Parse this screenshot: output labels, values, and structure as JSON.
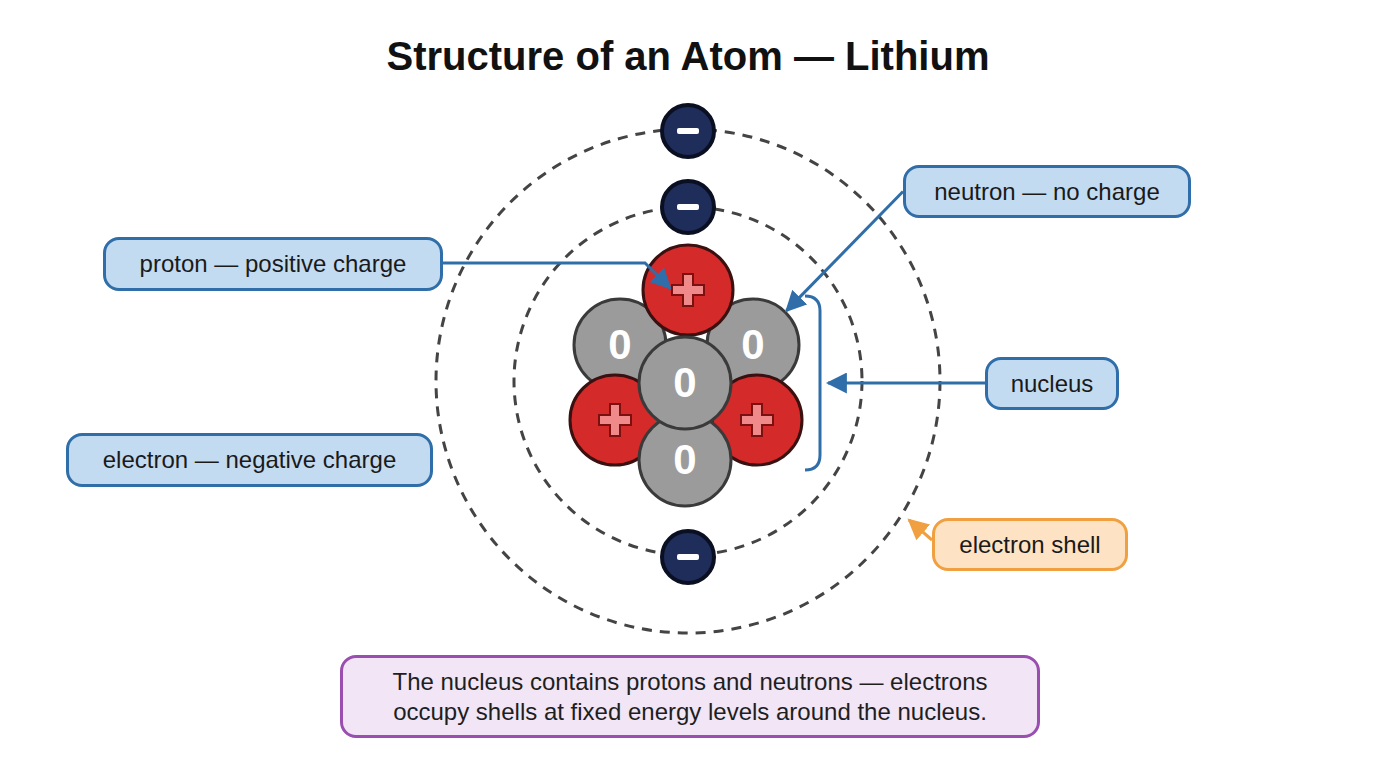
{
  "diagram": {
    "title": "Structure of an Atom — Lithium",
    "caption": "The nucleus contains protons and neutrons — electrons occupy shells at fixed energy levels around the nucleus.",
    "nodes": [
      {
        "text": [
          "neutron — no charge"
        ]
      },
      {
        "text": [
          "proton — positive charge"
        ]
      },
      {
        "text": [
          "0"
        ]
      },
      {
        "text": [
          "0"
        ]
      },
      {
        "text": [
          "0"
        ]
      },
      {
        "text": [
          "nucleus"
        ]
      },
      {
        "text": [
          "electron — negative charge"
        ]
      },
      {
        "text": [
          "0"
        ]
      },
      {
        "text": [
          "electron shell"
        ]
      }
    ],
    "edges": [
      {
        "from": 0,
        "to": 3,
        "arrow": "to"
      }
    ]
  }
}
